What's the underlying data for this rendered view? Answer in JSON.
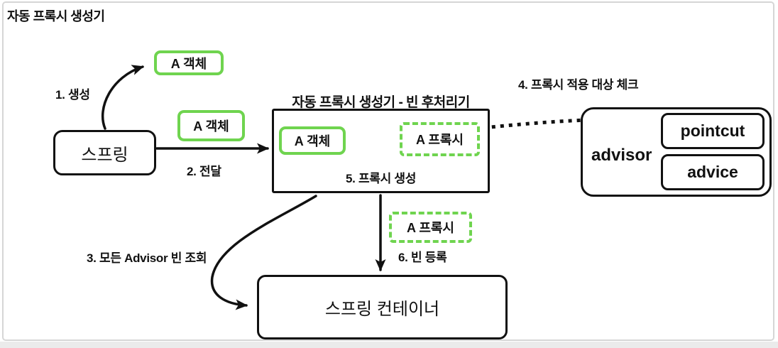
{
  "title": "자동 프록시 생성기",
  "colors": {
    "accent_green": "#6fd44f",
    "ink": "#111111",
    "frame_border": "#d6d6d6",
    "bottom_strip": "#ebebeb"
  },
  "nodes": {
    "spring": {
      "label": "스프링"
    },
    "a_object_created": {
      "label": "A 객체"
    },
    "a_object_passed": {
      "label": "A 객체"
    },
    "post_processor": {
      "title": "자동 프록시 생성기 - 빈 후처리기",
      "a_object": "A 객체",
      "a_proxy": "A 프록시"
    },
    "advisor": {
      "label": "advisor",
      "pointcut": "pointcut",
      "advice": "advice"
    },
    "a_proxy_registered": {
      "label": "A 프록시"
    },
    "spring_container": {
      "label": "스프링 컨테이너"
    }
  },
  "steps": {
    "step1": "1. 생성",
    "step2": "2. 전달",
    "step3": "3. 모든 Advisor 빈 조회",
    "step4": "4. 프록시 적용 대상 체크",
    "step5": "5. 프록시 생성",
    "step6": "6. 빈 등록"
  }
}
